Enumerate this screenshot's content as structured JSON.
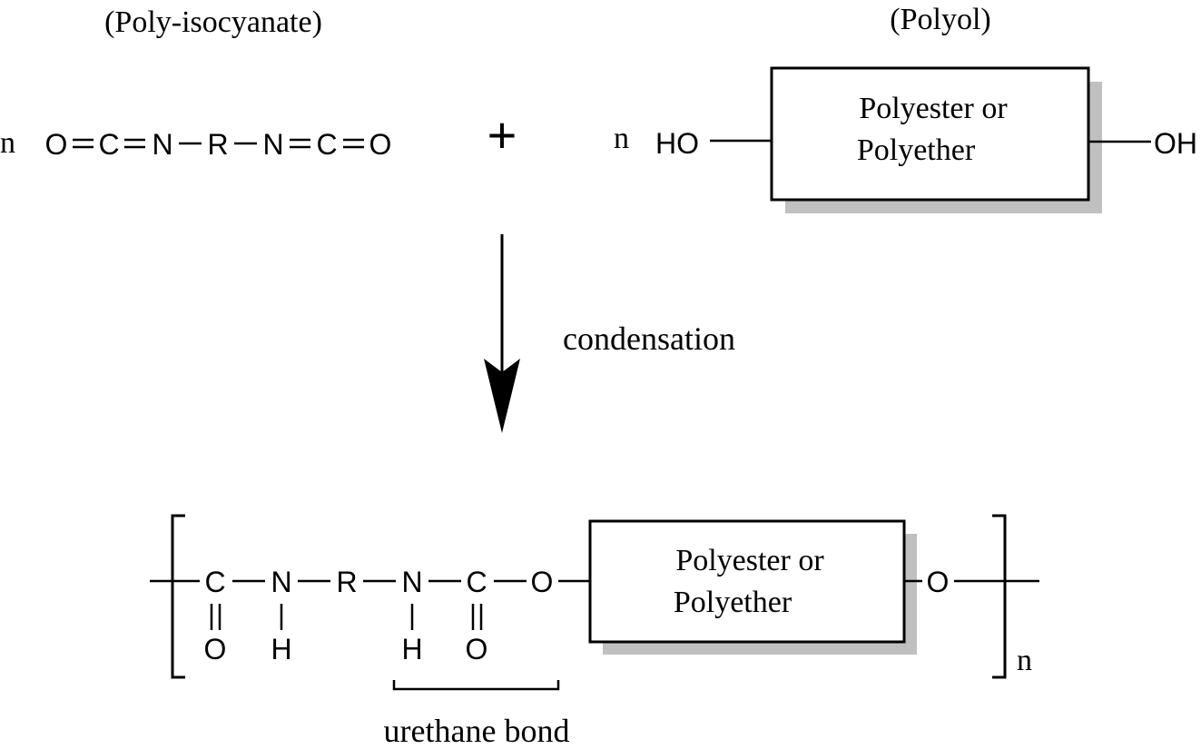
{
  "reactants": {
    "isocyanate": {
      "label": "(Poly-isocyanate)",
      "coefficient": "n",
      "atoms": [
        "O",
        "C",
        "N",
        "R",
        "N",
        "C",
        "O"
      ],
      "bonds": [
        "double",
        "double",
        "single",
        "single",
        "double",
        "double"
      ]
    },
    "plus_sign": "+",
    "polyol": {
      "label": "(Polyol)",
      "coefficient": "n",
      "left_group": "HO",
      "right_group": "OH",
      "box_line1": "Polyester or",
      "box_line2": "Polyether"
    }
  },
  "reaction": {
    "arrow_direction": "down",
    "label": "condensation"
  },
  "product": {
    "backbone_atoms": [
      "C",
      "N",
      "R",
      "N",
      "C",
      "O"
    ],
    "substituents": [
      {
        "on": "C",
        "atom": "O",
        "bond": "double"
      },
      {
        "on": "N",
        "atom": "H",
        "bond": "single"
      },
      {
        "on": "N",
        "atom": "H",
        "bond": "single"
      },
      {
        "on": "C",
        "atom": "O",
        "bond": "double"
      }
    ],
    "box_line1": "Polyester or",
    "box_line2": "Polyether",
    "right_atom": "O",
    "repeat_subscript": "n",
    "bracket_label": "urethane bond"
  }
}
